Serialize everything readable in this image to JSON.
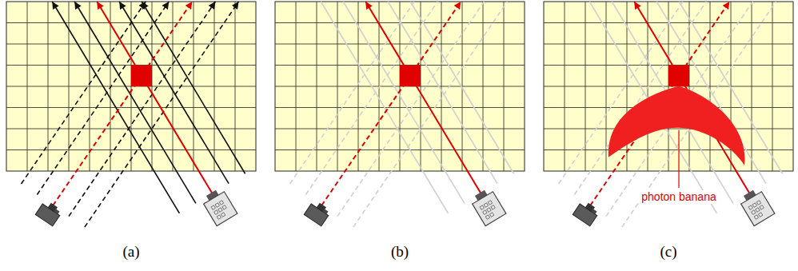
{
  "diagram": {
    "labels": [
      "(a)",
      "(b)",
      "(c)",
      "photon banana"
    ]
  }
}
